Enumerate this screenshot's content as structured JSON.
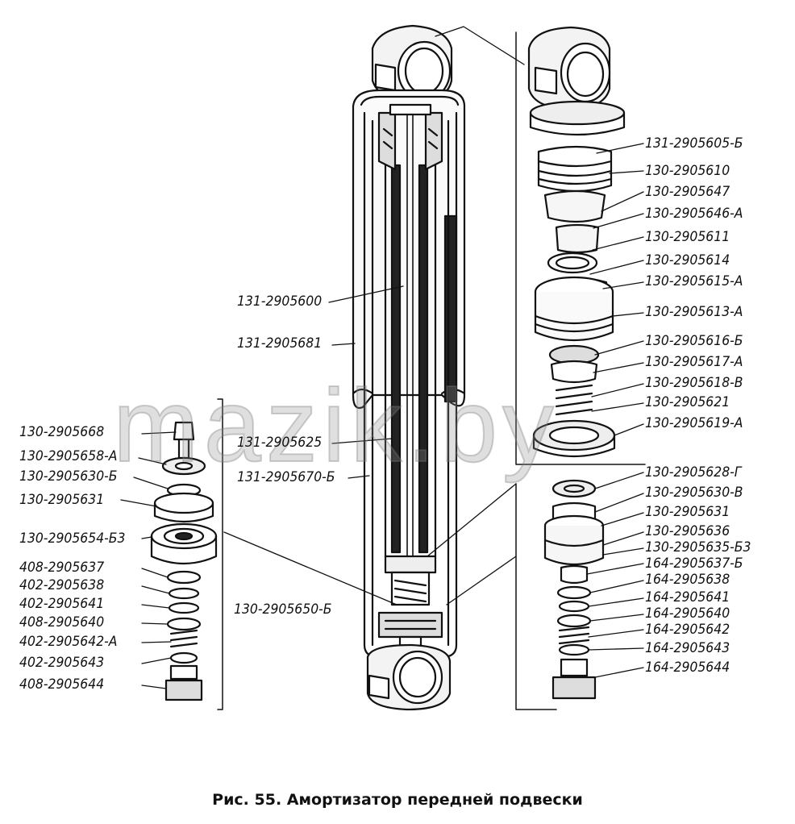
{
  "caption": "Рис. 55. Амортизатор передней подвески",
  "watermark": "mazik.by",
  "colors": {
    "ink": "#111111",
    "paper": "#ffffff",
    "watermark": "#8c8c8c"
  },
  "labels": {
    "main": {
      "rod": "131-2905600",
      "casing": "131-2905681",
      "tube": "131-2905625",
      "reservoir": "131-2905670-Б",
      "lower_valve": "130-2905650-Б"
    },
    "top_right": [
      "131-2905605-Б",
      "130-2905610",
      "130-2905647",
      "130-2905646-А",
      "130-2905611",
      "130-2905614",
      "130-2905615-А",
      "130-2905613-А",
      "130-2905616-Б",
      "130-2905617-А",
      "130-2905618-В",
      "130-2905621",
      "130-2905619-А"
    ],
    "bottom_right": [
      "130-2905628-Г",
      "130-2905630-В",
      "130-2905631",
      "130-2905636",
      "130-2905635-Б3",
      "164-2905637-Б",
      "164-2905638",
      "164-2905641",
      "164-2905640",
      "164-2905642",
      "164-2905643",
      "164-2905644"
    ],
    "left": [
      "130-2905668",
      "130-2905658-А",
      "130-2905630-Б",
      "130-2905631",
      "130-2905654-Б3",
      "408-2905637",
      "402-2905638",
      "402-2905641",
      "408-2905640",
      "402-2905642-А",
      "402-2905643",
      "408-2905644"
    ]
  }
}
